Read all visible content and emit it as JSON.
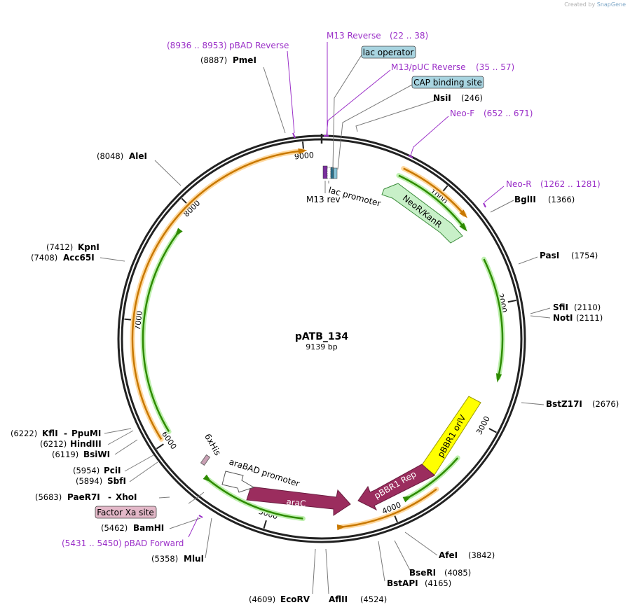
{
  "credit": {
    "prefix": "Created by",
    "brand": "SnapGene"
  },
  "plasmid": {
    "name": "pATB_134",
    "size": "9139 bp"
  },
  "ticks": [
    "9000",
    "1000",
    "2000",
    "3000",
    "4000",
    "5000",
    "6000",
    "7000",
    "8000"
  ],
  "sites": [
    {
      "name": "PmeI",
      "coord": "(8887)"
    },
    {
      "name": "NsiI",
      "coord": "(246)"
    },
    {
      "name": "BglII",
      "coord": "(1366)"
    },
    {
      "name": "PasI",
      "coord": "(1754)"
    },
    {
      "name": "SfiI",
      "coord": "(2110)"
    },
    {
      "name": "NotI",
      "coord": "(2111)"
    },
    {
      "name": "BstZ17I",
      "coord": "(2676)"
    },
    {
      "name": "AfeI",
      "coord": "(3842)"
    },
    {
      "name": "BseRI",
      "coord": "(4085)"
    },
    {
      "name": "BstAPI",
      "coord": "(4165)"
    },
    {
      "name": "AflII",
      "coord": "(4524)"
    },
    {
      "name": "EcoRV",
      "coord": "(4609)"
    },
    {
      "name": "MluI",
      "coord": "(5358)"
    },
    {
      "name": "BamHI",
      "coord": "(5462)"
    },
    {
      "name": "PaeR7I",
      "coord": "(5683)",
      "alt": "XhoI"
    },
    {
      "name": "SbfI",
      "coord": "(5894)"
    },
    {
      "name": "PciI",
      "coord": "(5954)"
    },
    {
      "name": "BsiWI",
      "coord": "(6119)"
    },
    {
      "name": "HindIII",
      "coord": "(6212)"
    },
    {
      "name": "KflI",
      "coord": "(6222)",
      "alt": "PpuMI"
    },
    {
      "name": "Acc65I",
      "coord": "(7408)"
    },
    {
      "name": "KpnI",
      "coord": "(7412)"
    },
    {
      "name": "AleI",
      "coord": "(8048)"
    }
  ],
  "primers": [
    {
      "name": "pBAD Reverse",
      "range": "(8936 .. 8953)"
    },
    {
      "name": "M13 Reverse",
      "range": "(22 .. 38)"
    },
    {
      "name": "M13/pUC Reverse",
      "range": "(35 .. 57)"
    },
    {
      "name": "Neo-F",
      "range": "(652 .. 671)"
    },
    {
      "name": "Neo-R",
      "range": "(1262 .. 1281)"
    },
    {
      "name": "pBAD Forward",
      "range": "(5431 .. 5450)"
    }
  ],
  "boxed_features": [
    {
      "name": "lac operator",
      "color": "#a8d4e0"
    },
    {
      "name": "CAP binding site",
      "color": "#a8d4e0"
    },
    {
      "name": "Factor Xa site",
      "color": "#e3b8c8"
    }
  ],
  "features": {
    "neo": "NeoR/KanR",
    "ori": "pBBR1 oriV",
    "rep": "pBBR1 Rep",
    "arac": "araC",
    "arabad": "araBAD promoter",
    "his": "6xHis",
    "lac_promoter": "lac promoter",
    "m13rev": "M13 rev"
  },
  "colors": {
    "neo": "#c8f0c8",
    "ori": "#ffff00",
    "rep": "#9b2d5e",
    "arac": "#9b2d5e",
    "orf_green": "#2e8b00",
    "orf_orange": "#c87800",
    "primer": "#9b30c8",
    "backbone": "#222222"
  }
}
